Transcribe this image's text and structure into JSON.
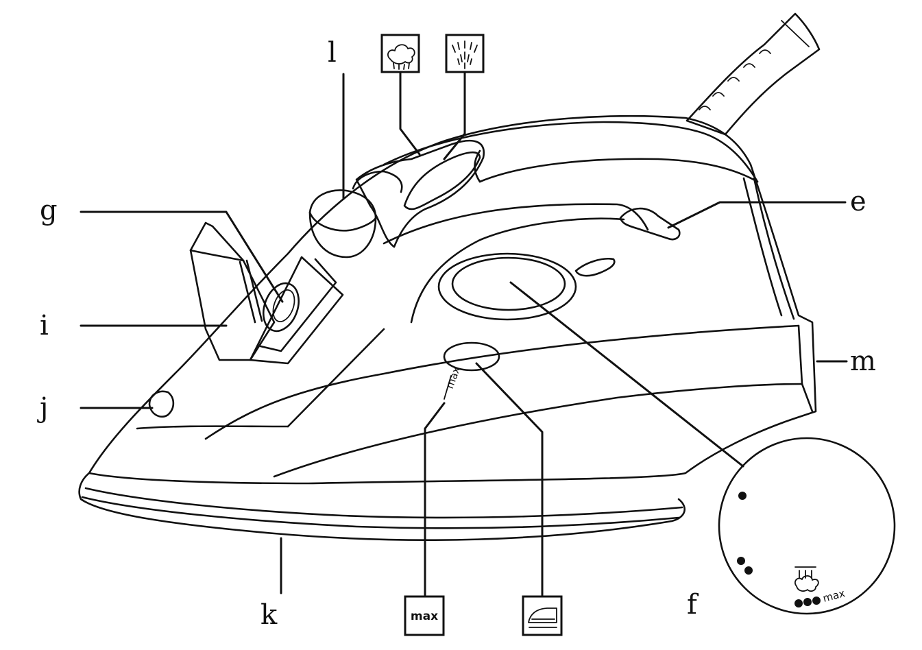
{
  "labels": {
    "l": "l",
    "g": "g",
    "i": "i",
    "j": "j",
    "e": "e",
    "m": "m",
    "k": "k",
    "f": "f"
  },
  "icons": {
    "steam_burst": "steam-burst-icon",
    "spray": "spray-icon",
    "max_fill": "max",
    "ironing": "iron-soleplate-icon"
  },
  "markings": {
    "tank_max": "max",
    "dial_max": "max"
  }
}
